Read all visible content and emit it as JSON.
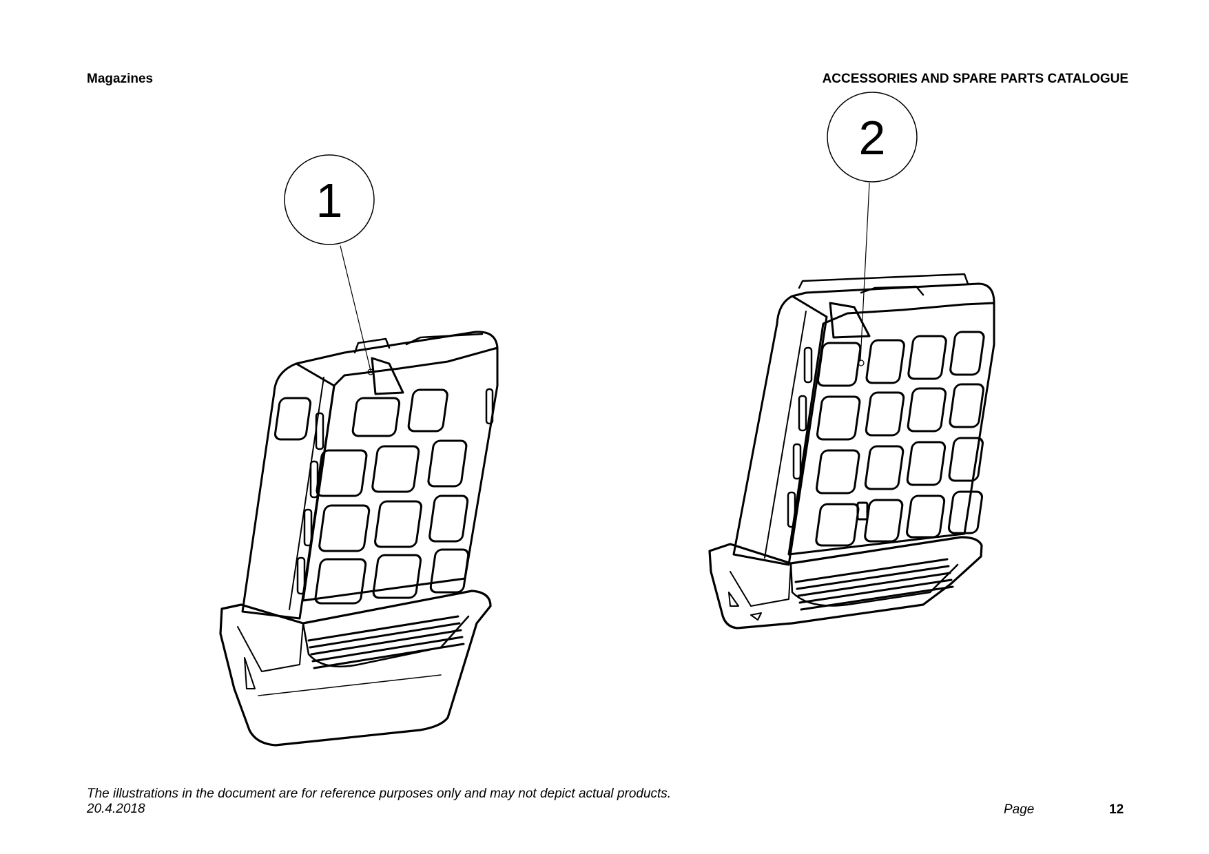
{
  "header": {
    "section": "Magazines",
    "catalogue_title": "ACCESSORIES AND SPARE PARTS CATALOGUE"
  },
  "callouts": [
    "1",
    "2"
  ],
  "footer": {
    "disclaimer": "The illustrations in the document are for reference purposes only and may not depict actual products.",
    "date": "20.4.2018",
    "page_label": "Page",
    "page_number": "12"
  }
}
